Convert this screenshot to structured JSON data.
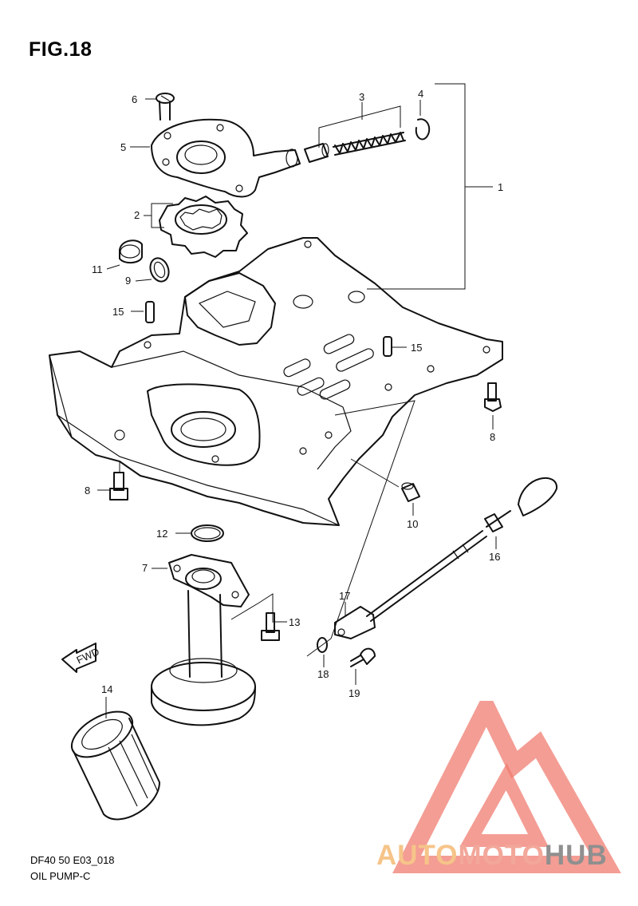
{
  "figure": {
    "title": "FIG.18"
  },
  "callouts": [
    "6",
    "5",
    "3",
    "4",
    "1",
    "2",
    "11",
    "9",
    "15",
    "15",
    "8",
    "8",
    "10",
    "12",
    "7",
    "13",
    "16",
    "17",
    "18",
    "19",
    "14"
  ],
  "fwd_arrow_text": "FWD",
  "footer": {
    "code": "DF40 50 E03_018",
    "name": "OIL PUMP-C"
  },
  "watermark": {
    "brand_part1": "AUTO",
    "brand_part2": "MOTO",
    "brand_part3": "HUB",
    "colors": {
      "auto": "#f6c489",
      "moto": "#f2a79a",
      "hub": "#8f8f8f",
      "logo": "#f07c70"
    }
  }
}
